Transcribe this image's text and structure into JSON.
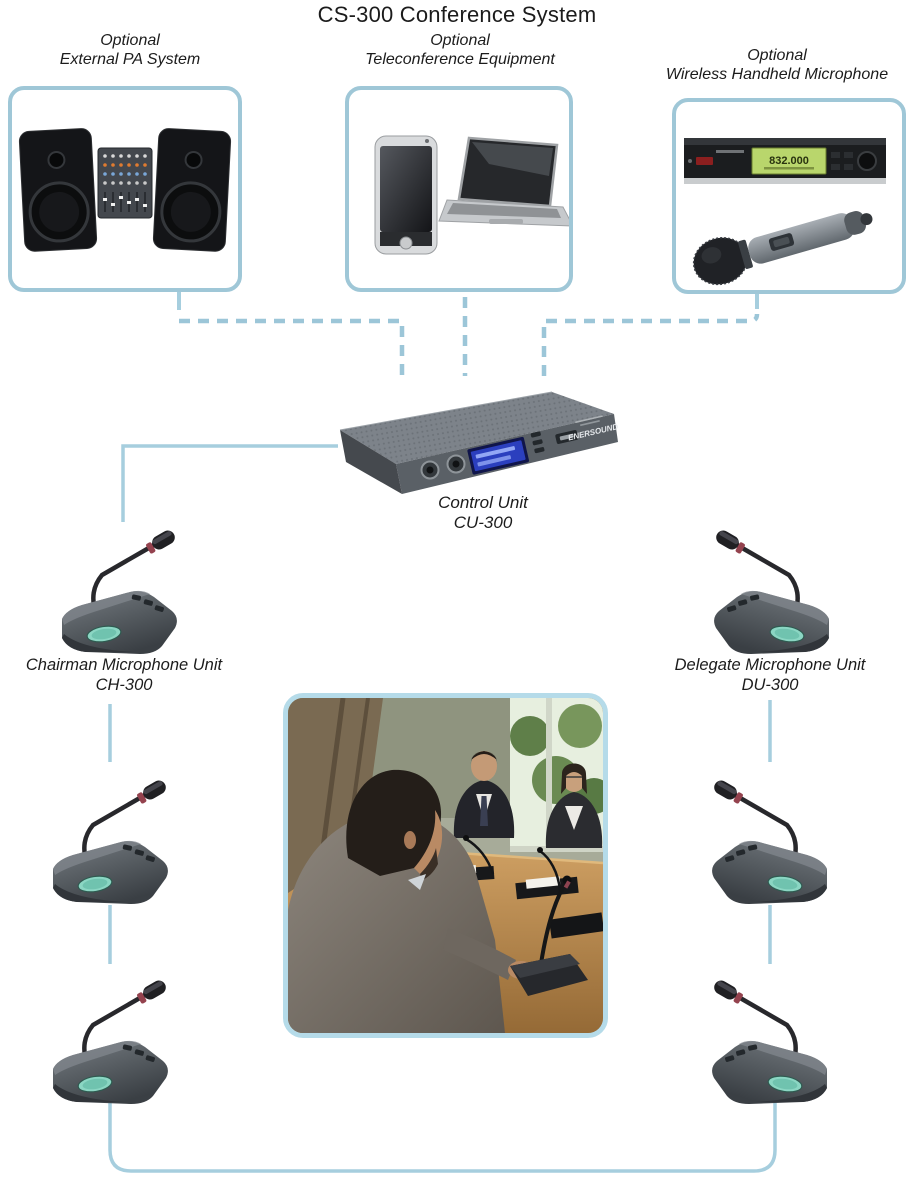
{
  "title": "CS-300 Conference System",
  "optional_groups": [
    {
      "label_line1": "Optional",
      "label_line2": "External PA System",
      "contents": [
        "pa-speaker-left",
        "audio-mixer",
        "pa-speaker-right"
      ]
    },
    {
      "label_line1": "Optional",
      "label_line2": "Teleconference Equipment",
      "contents": [
        "smartphone",
        "laptop"
      ]
    },
    {
      "label_line1": "Optional",
      "label_line2": "Wireless Handheld Microphone",
      "contents": [
        "wireless-receiver",
        "handheld-microphone"
      ],
      "receiver_lcd_text": "832.000"
    }
  ],
  "control_unit": {
    "label_line1": "Control Unit",
    "label_line2": "CU-300",
    "brand_logo": "ENERSOUND"
  },
  "chairman": {
    "label_line1": "Chairman Microphone Unit",
    "label_line2": "CH-300",
    "unit_count": 3
  },
  "delegate": {
    "label_line1": "Delegate Microphone Unit",
    "label_line2": "DU-300",
    "unit_count": 3
  },
  "connections": {
    "optional_links_style": "dashed",
    "chain_style": "solid",
    "optional_links": [
      "External PA System - CU-300",
      "Teleconference Equipment - CU-300",
      "Wireless Handheld Microphone - CU-300"
    ],
    "chain": [
      "CU-300 - CH-300 unit 1",
      "CH-300 unit 1 - CH-300 unit 2",
      "CH-300 unit 2 - CH-300 unit 3",
      "CH-300 unit 3 - DU-300 unit 3 (bottom bus)",
      "DU-300 unit 3 - DU-300 unit 2",
      "DU-300 unit 2 - DU-300 unit 1"
    ]
  },
  "colors": {
    "connector_blue": "#a6cede",
    "dashed_blue": "#9cc6d8",
    "box_border_blue": "#9fc7d7",
    "photo_border_blue": "#b5dbe9",
    "label_text": "#1c1c1c",
    "control_lcd_blue": "#2b3fbe",
    "receiver_lcd_green": "#b9d66c",
    "unit_screen_teal": "#8bd6c3"
  }
}
